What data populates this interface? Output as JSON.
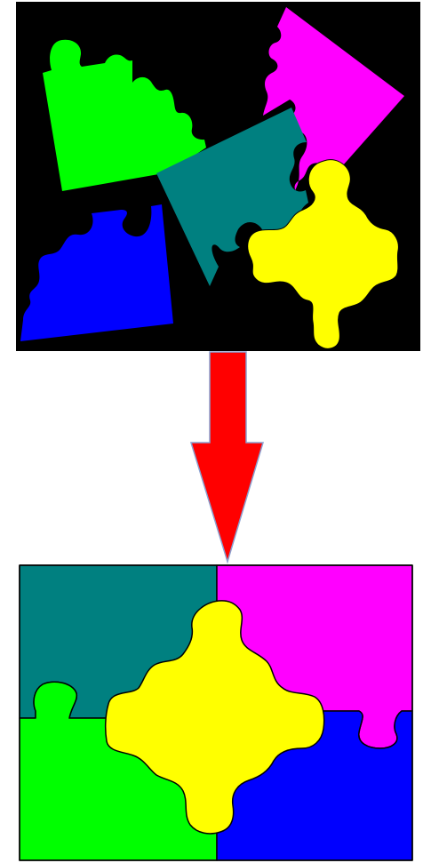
{
  "figure": {
    "colors": {
      "page_background": "#ffffff",
      "scattered_panel_background": "#000000",
      "piece_green": "#00ff00",
      "piece_magenta": "#ff00ff",
      "piece_teal": "#008080",
      "piece_yellow": "#ffff00",
      "piece_blue": "#0000ff",
      "arrow_fill": "#ff0000",
      "arrow_outline": "#8aa0d0",
      "piece_outline": "#000000"
    },
    "top_panel": {
      "description_name": "scattered-pieces",
      "pieces": [
        {
          "id": "green",
          "color_key": "piece_green"
        },
        {
          "id": "magenta",
          "color_key": "piece_magenta"
        },
        {
          "id": "teal",
          "color_key": "piece_teal"
        },
        {
          "id": "blue",
          "color_key": "piece_blue"
        },
        {
          "id": "yellow",
          "color_key": "piece_yellow"
        }
      ]
    },
    "arrow": {
      "direction": "down"
    },
    "bottom_panel": {
      "description_name": "assembled-puzzle",
      "pieces": [
        {
          "id": "teal",
          "color_key": "piece_teal"
        },
        {
          "id": "magenta",
          "color_key": "piece_magenta"
        },
        {
          "id": "green",
          "color_key": "piece_green"
        },
        {
          "id": "blue",
          "color_key": "piece_blue"
        },
        {
          "id": "yellow",
          "color_key": "piece_yellow"
        }
      ]
    }
  }
}
